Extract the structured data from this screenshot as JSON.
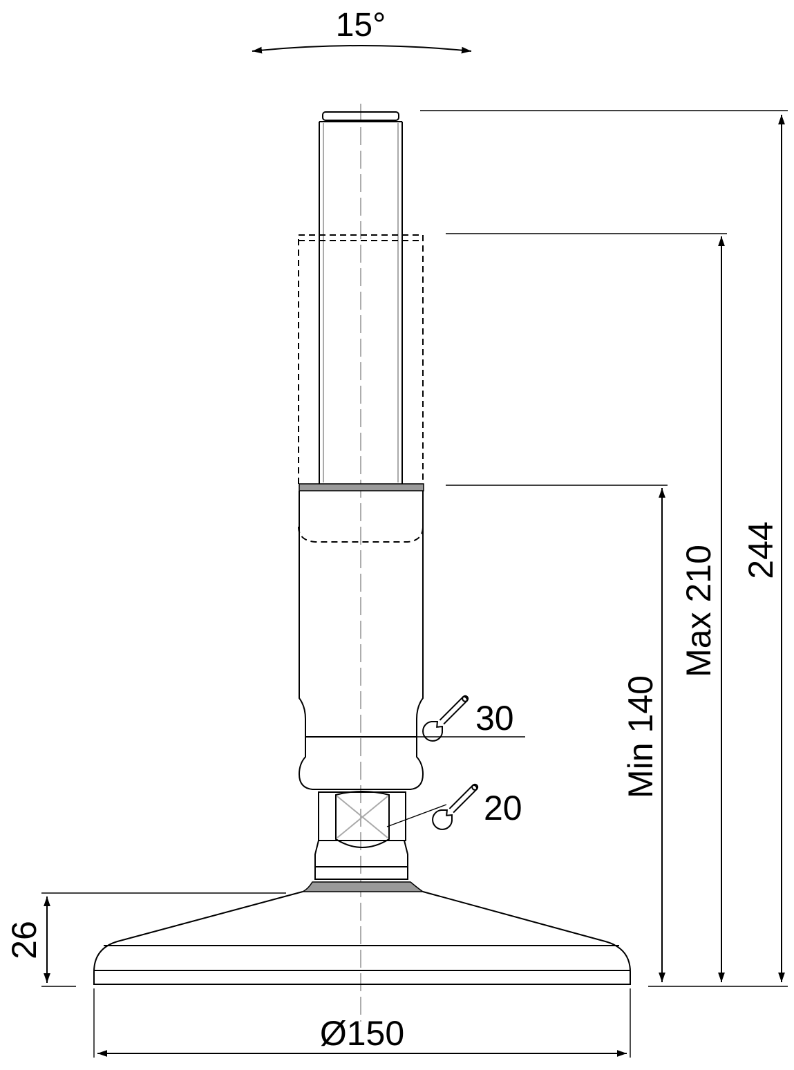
{
  "drawing": {
    "tilt_angle": "15°",
    "overall_height": "244",
    "max_height": "Max 210",
    "min_height": "Min 140",
    "wrench_hex_label": "30",
    "wrench_square_label": "20",
    "base_height": "26",
    "base_diameter": "Ø150",
    "icons": [
      "wrench-icon",
      "wrench-icon"
    ]
  }
}
